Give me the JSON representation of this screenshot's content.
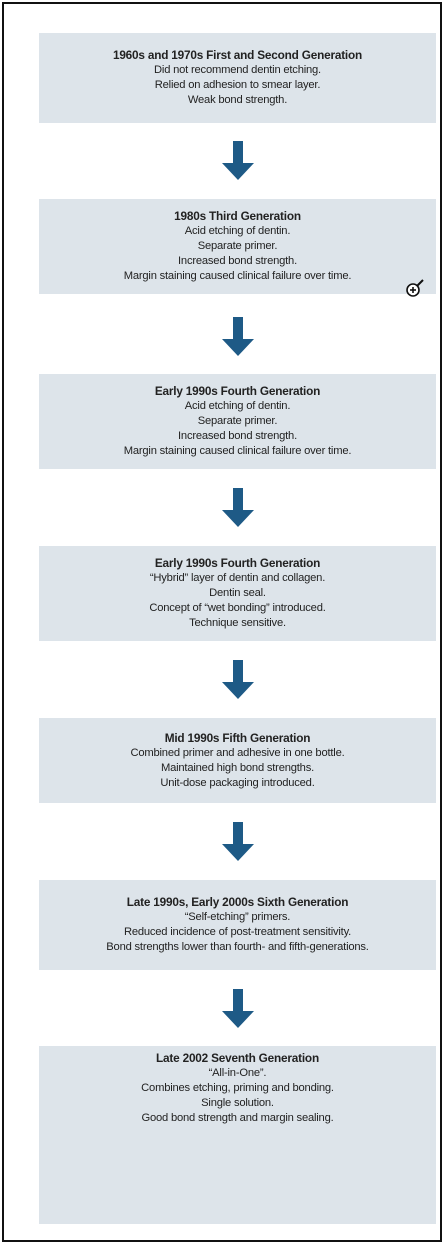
{
  "boxes": [
    {
      "title": "1960s and 1970s First and Second Generation",
      "lines": [
        "Did not recommend dentin etching.",
        "Relied on adhesion to smear layer.",
        "Weak bond strength."
      ]
    },
    {
      "title": "1980s Third Generation",
      "lines": [
        "Acid etching of dentin.",
        "Separate primer.",
        "Increased bond strength.",
        "Margin staining caused clinical failure over time."
      ]
    },
    {
      "title": "Early 1990s Fourth Generation",
      "lines": [
        "Acid etching of dentin.",
        "Separate primer.",
        "Increased bond strength.",
        "Margin staining caused clinical failure over time."
      ]
    },
    {
      "title": "Early 1990s Fourth Generation",
      "lines": [
        "“Hybrid” layer of dentin and collagen.",
        "Dentin seal.",
        "Concept of “wet bonding” introduced.",
        "Technique sensitive."
      ]
    },
    {
      "title": "Mid 1990s Fifth Generation",
      "lines": [
        "Combined primer and adhesive in one bottle.",
        "Maintained high bond strengths.",
        "Unit-dose packaging introduced."
      ]
    },
    {
      "title": "Late 1990s, Early 2000s Sixth Generation",
      "lines": [
        "“Self-etching” primers.",
        "Reduced incidence of post-treatment sensitivity.",
        "Bond strengths lower than fourth- and fifth-generations."
      ]
    },
    {
      "title": "Late 2002 Seventh Generation",
      "lines": [
        "“All-in-One”.",
        "Combines etching, priming and bonding.",
        "Single solution.",
        "Good bond strength and margin sealing."
      ]
    }
  ],
  "colors": {
    "box_fill": "#dde4ea",
    "arrow": "#1e5a86",
    "frame": "#111111"
  },
  "icons": {
    "arrow": "down-arrow-icon",
    "magnifier": "zoom-in-icon"
  }
}
